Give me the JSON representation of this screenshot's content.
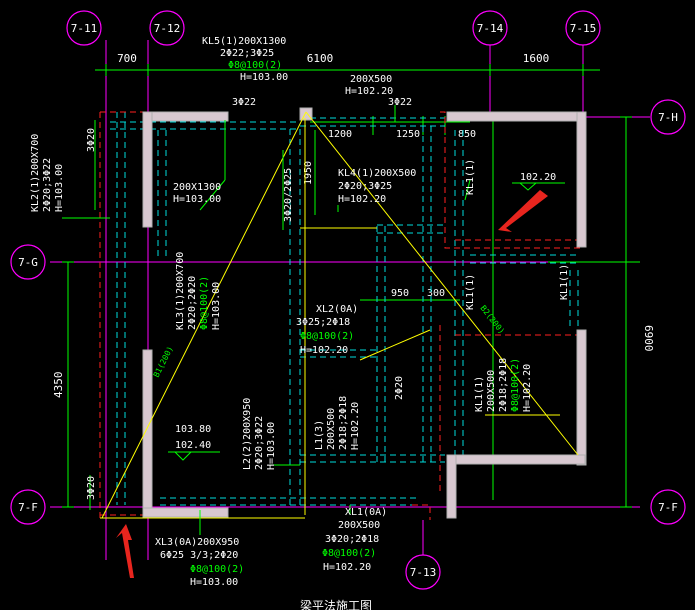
{
  "axes": {
    "a711": "7-11",
    "a712": "7-12",
    "a713": "7-13",
    "a714": "7-14",
    "a715": "7-15",
    "aH": "7-H",
    "aG": "7-G",
    "aF_left": "7-F",
    "aF_right": "7-F"
  },
  "dims": {
    "d700": "700",
    "d6100": "6100",
    "d1600": "1600",
    "d1200": "1200",
    "d1250": "1250",
    "d850": "850",
    "d1950": "1950",
    "d950": "950",
    "d300": "300",
    "d4350": "4350",
    "d6900": "6900"
  },
  "beams": {
    "kl5": [
      "KL5(1)200X1300",
      "2Φ22;3Φ25",
      "Φ8@100(2)",
      "H=103.00"
    ],
    "top_200x500": [
      "200X500",
      "H=102.20"
    ],
    "rebar_3f22_a": "3Φ22",
    "rebar_3f22_b": "3Φ22",
    "kl2": [
      "KL2(1)200X700",
      "2Φ20;3Φ22",
      "H=103.00"
    ],
    "rebar_3f20_left": "3Φ20",
    "block_200x1300": [
      "200X1300",
      "H=103.00"
    ],
    "rebar_3f20_2f25": "3Φ20/2Φ25",
    "kl4": [
      "KL4(1)200X500",
      "2Φ20;3Φ25",
      "H=102.20"
    ],
    "kl1_top": "KL1(1)",
    "kl1_mid": "KL1(1)",
    "kl1_right": "KL1(1)",
    "kl3": [
      "KL3(1)200X700",
      "2Φ20;2Φ20",
      "Φ8@100(2)",
      "H=103.00"
    ],
    "xl2": [
      "XL2(0A)",
      "3Φ25;2Φ18",
      "Φ8@100(2)",
      "H=102.20"
    ],
    "rebar_2f20": "2Φ20",
    "l2": [
      "L2(2)200X950",
      "2Φ20;3Φ22",
      "H=103.00"
    ],
    "l1_3": [
      "L1(3)",
      "200X500",
      "2Φ18;2Φ18",
      "H=102.20"
    ],
    "kl1_small": [
      "KL1(1)",
      "200X500",
      "2Φ18;2Φ18",
      "Φ8@100(2)",
      "H=102.20"
    ],
    "slab_diag": "B1(200)",
    "slab_diag_right": "B2(200)",
    "rebar_3f20_bottom": "3Φ20",
    "xl1": [
      "XL1(0A)",
      "200X500",
      "3Φ20;2Φ18",
      "Φ8@100(2)",
      "H=102.20"
    ],
    "xl3": [
      "XL3(0A)200X950",
      "6Φ25 3/3;2Φ20",
      "Φ8@100(2)",
      "H=103.00"
    ]
  },
  "elevations": {
    "e102_20": "102.20",
    "e103_80": "103.80",
    "e102_40": "102.40"
  },
  "caption": "梁平法施工图",
  "colors": {
    "background": "#000000",
    "axis": "#ff00ff",
    "dimension": "#00ff00",
    "text": "#ffffff",
    "yellow_line": "#ffff00",
    "dashed_beam": "#00ffff",
    "red_dashed": "#ff0000",
    "wall": "#b0b0b0",
    "wall_fill": "#d8c8d0",
    "arrow": "#e8251e"
  }
}
